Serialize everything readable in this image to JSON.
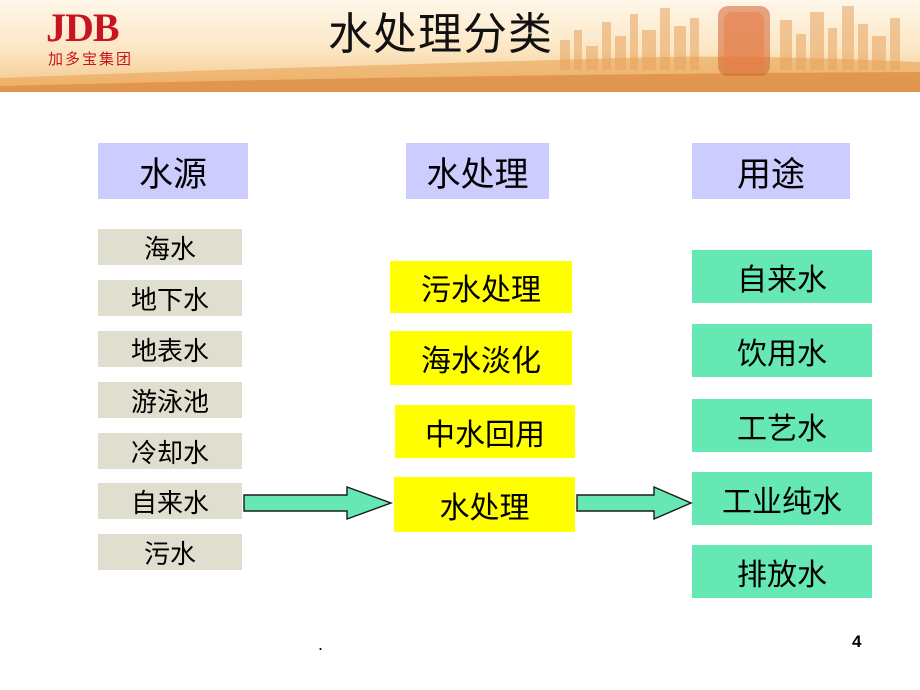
{
  "header": {
    "logo": "JDB",
    "logo_sub": "加多宝集团",
    "title": "水处理分类"
  },
  "columns": {
    "source_header": "水源",
    "treatment_header": "水处理",
    "use_header": "用途"
  },
  "sources": [
    "海水",
    "地下水",
    "地表水",
    "游泳池",
    "冷却水",
    "自来水",
    "污水"
  ],
  "treatments": [
    "污水处理",
    "海水淡化",
    "中水回用",
    "水处理"
  ],
  "uses": [
    "自来水",
    "饮用水",
    "工艺水",
    "工业纯水",
    "排放水"
  ],
  "footer": {
    "dot": ".",
    "page": "4"
  },
  "colors": {
    "header_box": "#ccccff",
    "source_box": "#e0dfcf",
    "treatment_box": "#ffff00",
    "use_box": "#66e8b4",
    "arrow_fill": "#66e8b4",
    "brand_red": "#c8141e"
  }
}
